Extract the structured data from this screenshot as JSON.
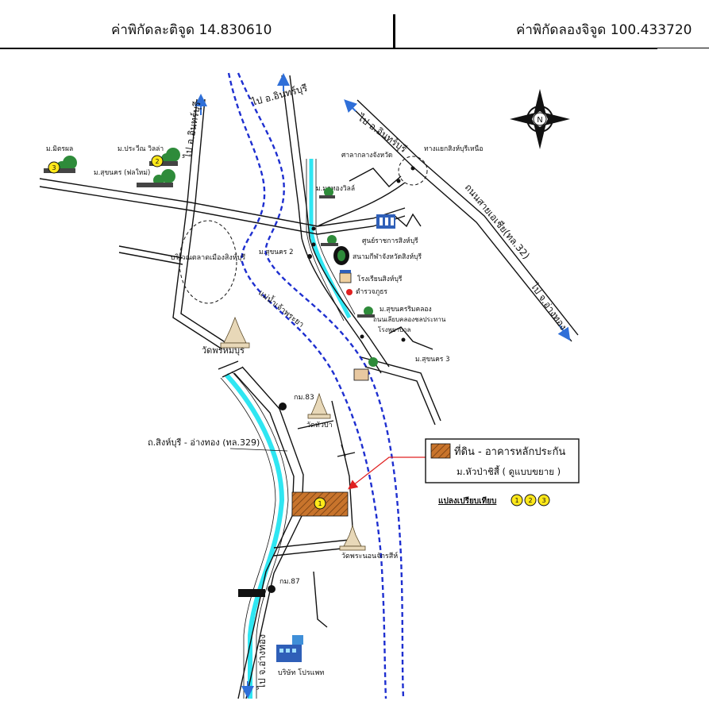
{
  "header": {
    "latitude": "ค่าพิกัดละติจูด 14.830610",
    "longitude": "ค่าพิกัดลองจิจูด 100.433720"
  },
  "north_arrow": {
    "letter": "N"
  },
  "legend": {
    "title": "ที่ดิน - อาคารหลักประกัน",
    "subtitle": "ม.หัวป่าชิสี้ ( ดูแบบขยาย )",
    "comparison_label": "แปลงเปรียบเทียบ",
    "comparison_markers": [
      "1",
      "2",
      "3"
    ]
  },
  "labels": {
    "to_inburi_1": "ไป อ.อินทร์บุรี",
    "to_inburi_2": "ไป อ.อินทร์บุรี",
    "to_inburi_3": "ไป อ.อินทร์บุรี",
    "to_angthong": "ไป จ.อ่างทอง",
    "to_angthong_2": "ไป จ.อ่างทอง",
    "asia_highway": "ถนนสายเอเชีย(ทล.32)",
    "ban_mitphong": "ม.มิตรผล",
    "ban_prawin": "ม.ประวีณ วิลล่า",
    "ban_suphon_inner": "ม.สุขนคร (ฟลใหม่)",
    "ban_mothong": "ม.มอทองวิลล์",
    "sala_klang": "ศาลากลางจังหวัด",
    "inburi_junction": "ทางแยกสิงห์บุรีเหนือ",
    "city_moat": "บริเวณตลาดเมืองสิงห์บุรี",
    "govt_center": "ศูนย์ราชการสิงห์บุรี",
    "stadium": "สนามกีฬาจังหวัดสิงห์บุรี",
    "school": "โรงเรียนสิงห์บุรี",
    "supon2": "ม.สุขนคร 2",
    "police": "ตำรวจภูธร",
    "ban_sukhon_rimkhlong": "ม.สุขนครริมคลอง",
    "road_note": "ถนนเลียบคลองชลประทาน",
    "pak_mueang": "โรงพยาบาล",
    "supon3": "ม.สุขนคร 3",
    "river": "แม่น้ำเจ้าพระยา",
    "wat_phrom": "วัดพรหมบุรี",
    "km83": "กม.83",
    "wat_huapa": "วัดหัวป่า",
    "hwy329": "ถ.สิงห์บุรี - อ่างทอง (ทล.329)",
    "wat_phranon": "วัดพระนอนจักรสีห์",
    "km87": "กม.87",
    "company": "บริษัท โปรแพท",
    "subject_marker": "1"
  },
  "colors": {
    "road": "#111111",
    "river_line": "#1e2fd0",
    "canal": "#2fe6f2",
    "arrow": "#2f6fd8",
    "subject_fill": "#c8742c",
    "marker_fill": "#ffe81a",
    "legend_arrow": "#e02020",
    "tree": "#2e8b3a",
    "building": "#2f5fb8"
  }
}
